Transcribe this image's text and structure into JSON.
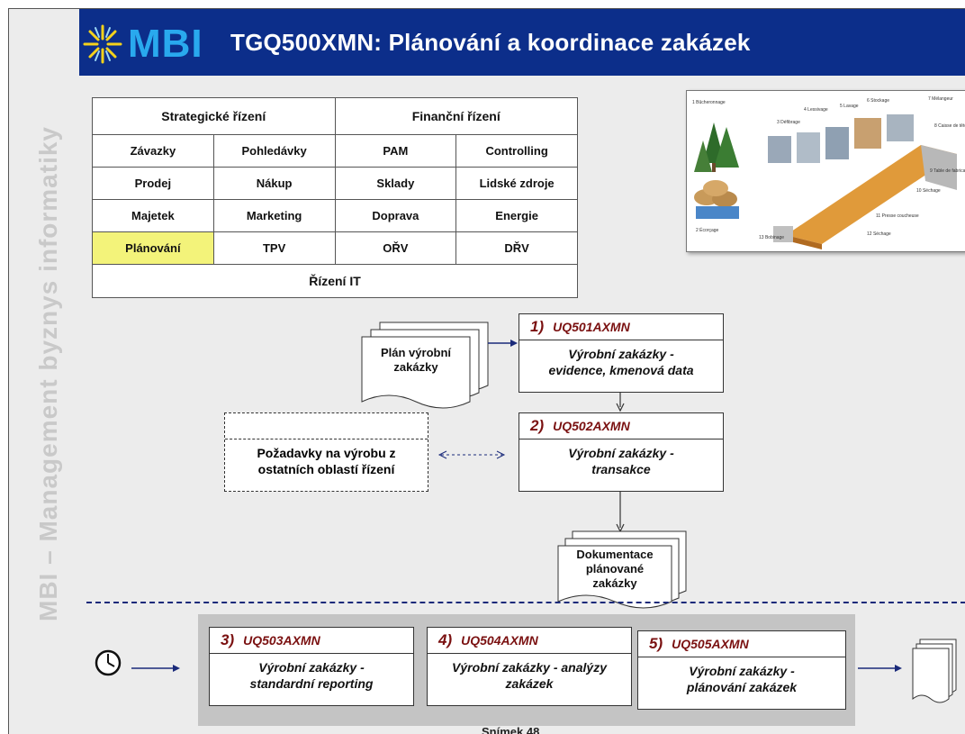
{
  "header": {
    "logo_text": "MBI",
    "title": "TGQ500XMN: Plánování a koordinace zakázek"
  },
  "sidebar_text": "MBI – Management byznys informatiky",
  "grid": {
    "header_left": "Strategické řízení",
    "header_right": "Finanční řízení",
    "rows": [
      [
        "Závazky",
        "Pohledávky",
        "PAM",
        "Controlling"
      ],
      [
        "Prodej",
        "Nákup",
        "Sklady",
        "Lidské zdroje"
      ],
      [
        "Majetek",
        "Marketing",
        "Doprava",
        "Energie"
      ],
      [
        "Plánování",
        "TPV",
        "OŘV",
        "DŘV"
      ]
    ],
    "footer": "Řízení IT",
    "highlight": "#f3f37a"
  },
  "flow": {
    "plan_doc": "Plán výrobní zakázky",
    "box1": {
      "num": "1)",
      "code": "UQ501AXMN",
      "line1": "Výrobní zakázky -",
      "line2": "evidence, kmenová data"
    },
    "box2": {
      "num": "2)",
      "code": "UQ502AXMN",
      "line1": "Výrobní zakázky -",
      "line2": "transakce"
    },
    "requests": {
      "line1": "Požadavky na výrobu z",
      "line2": "ostatních oblastí řízení"
    },
    "output_doc": {
      "line1": "Dokumentace",
      "line2": "plánované",
      "line3": "zakázky"
    }
  },
  "reports": {
    "box3": {
      "num": "3)",
      "code": "UQ503AXMN",
      "line1": "Výrobní zakázky -",
      "line2": "standardní reporting"
    },
    "box4": {
      "num": "4)",
      "code": "UQ504AXMN",
      "line1": "Výrobní zakázky - analýzy",
      "line2": "zakázek"
    },
    "box5": {
      "num": "5)",
      "code": "UQ505AXMN",
      "line1": "Výrobní zakázky -",
      "line2": "plánování zakázek"
    }
  },
  "footer": "Snímek 48",
  "colors": {
    "title_bar": "#0c2e8a",
    "code_color": "#7a1010",
    "logo": "#29a9ee"
  }
}
